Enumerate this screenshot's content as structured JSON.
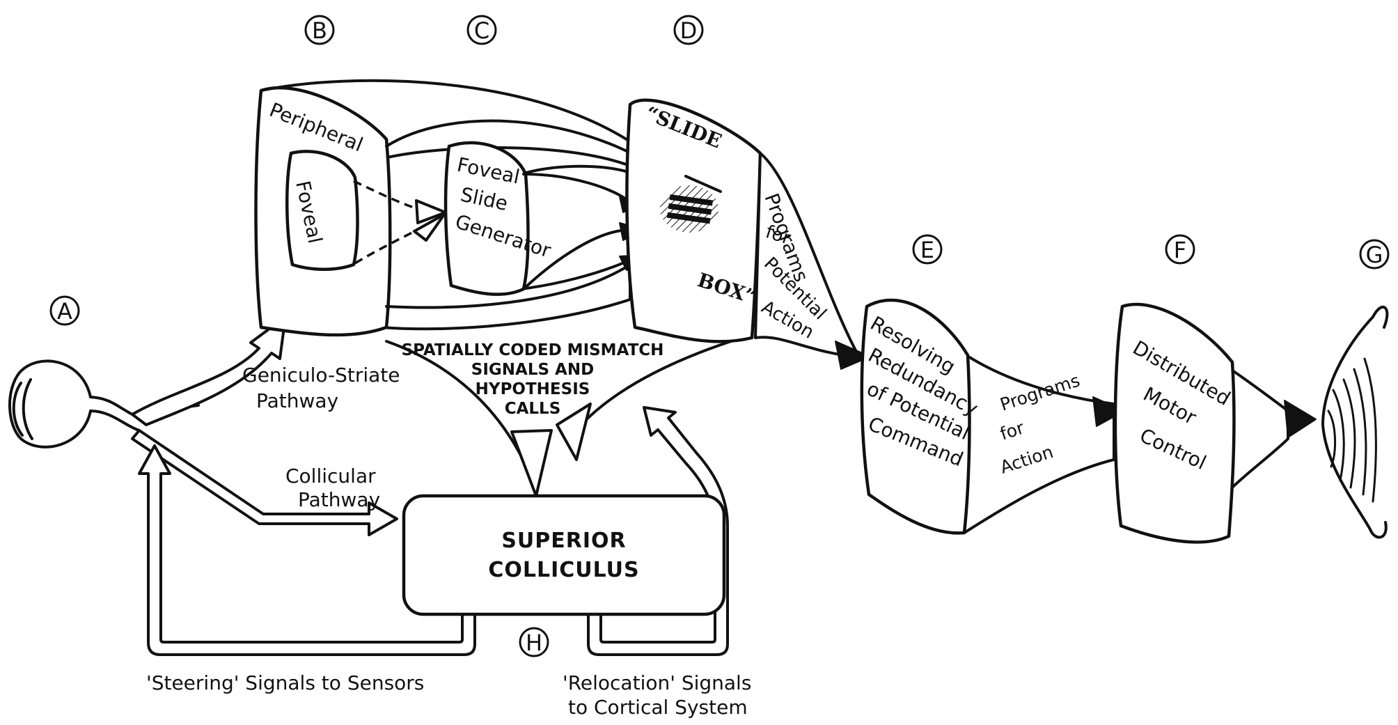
{
  "markers": {
    "a": "A",
    "b": "B",
    "c": "C",
    "d": "D",
    "e": "E",
    "f": "F",
    "g": "G",
    "h": "H"
  },
  "boxes": {
    "peripheral": "Peripheral",
    "foveal": "Foveal",
    "foveal_slide_generator": [
      "Foveal",
      "Slide",
      "Generator"
    ],
    "slide_box_top": "“SLIDE",
    "slide_box_bottom": "BOX”",
    "resolving": [
      "Resolving",
      "Redundancy",
      "of Potential",
      "Command"
    ],
    "motor": [
      "Distributed",
      "Motor",
      "Control"
    ],
    "superior_colliculus": [
      "SUPERIOR",
      "COLLICULUS"
    ]
  },
  "pathways": {
    "geniculo_striate": [
      "Geniculo-Striate",
      "Pathway"
    ],
    "collicular": [
      "Collicular",
      "Pathway"
    ],
    "programs_potential": [
      "Programs",
      "for",
      "Potential",
      "Action"
    ],
    "programs_action": [
      "Programs",
      "for",
      "Action"
    ],
    "mismatch": [
      "SPATIALLY CODED MISMATCH",
      "SIGNALS AND",
      "HYPOTHESIS",
      "CALLS"
    ],
    "steering": "'Steering' Signals to Sensors",
    "relocation": [
      "'Relocation' Signals",
      "to Cortical System"
    ]
  }
}
